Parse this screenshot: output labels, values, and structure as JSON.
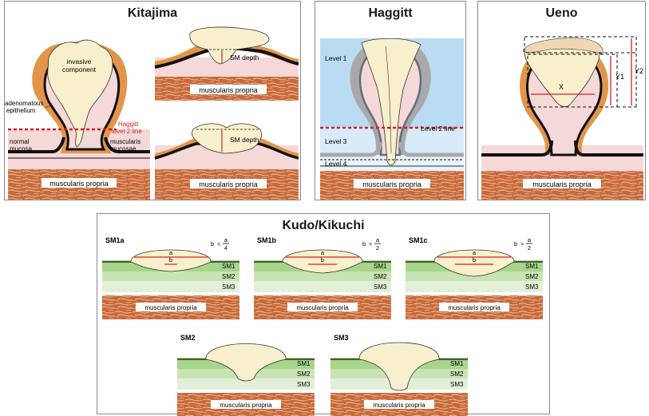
{
  "colors": {
    "tumor": "#f8f0cc",
    "epithelium": "#e2954a",
    "submucosa": "#f5d8d8",
    "mucosa_line": "#111111",
    "red_line": "#d62020",
    "muscle": "#c8693a",
    "haggitt_blue": "#b9dcf3",
    "haggitt_gray": "#a9a9a9",
    "sm1_green": "#a7d58a",
    "sm2_green": "#c8e4b2",
    "sm3_green": "#e3f0d9"
  },
  "kitajima": {
    "title": "Kitajima",
    "invasive_component": [
      "invasive",
      "component"
    ],
    "adenomatous_epithelium": [
      "adenomatous",
      "epithelium"
    ],
    "haggitt_line": [
      "Haggitt",
      "level 2 line"
    ],
    "normal_mucosa": [
      "normal",
      "mucosa"
    ],
    "muscularis_mucosae": [
      "muscularis",
      "mucosae"
    ],
    "muscularis_propria": "muscularis propria",
    "sm_depth": "SM depth"
  },
  "haggitt": {
    "title": "Haggitt",
    "level1": "Level 1",
    "level2_line": "Level 2 line",
    "level3": "Level 3",
    "level4": "Level 4",
    "muscularis_propria": "muscularis propria"
  },
  "ueno": {
    "title": "Ueno",
    "x_label": "X",
    "y1_label": "Y1",
    "y2_label": "Y2",
    "muscularis_propria": "muscularis propria"
  },
  "kudo": {
    "title": "Kudo/Kikuchi",
    "sm_labels": [
      "SM1",
      "SM2",
      "SM3"
    ],
    "muscularis_propria": "muscularis propria",
    "sub_panels": [
      {
        "name": "SM1a",
        "rule_b": "b",
        "rule_op": "<",
        "rule_num": "a",
        "rule_den": "4",
        "a": "a",
        "b": "b"
      },
      {
        "name": "SM1b",
        "rule_b": "b",
        "rule_op": "<",
        "rule_num": "a",
        "rule_den": "2",
        "a": "a",
        "b": "b"
      },
      {
        "name": "SM1c",
        "rule_b": "b",
        "rule_op": ">",
        "rule_num": "a",
        "rule_den": "2",
        "a": "a",
        "b": "b"
      },
      {
        "name": "SM2"
      },
      {
        "name": "SM3"
      }
    ]
  }
}
